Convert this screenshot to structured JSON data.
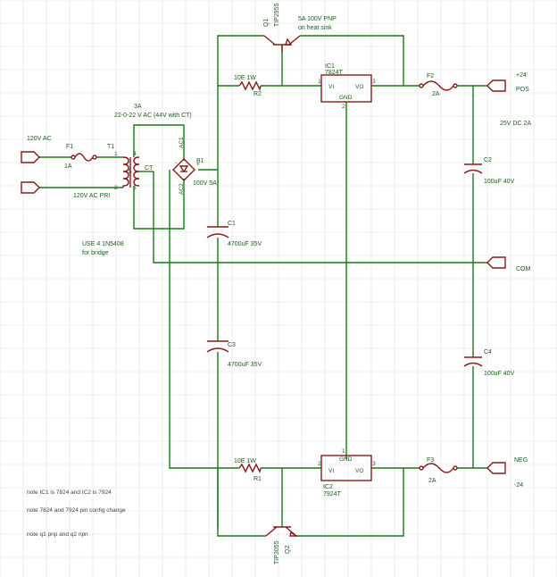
{
  "labels": {
    "q1_ref": "Q1",
    "q1_part": "TIP2955",
    "q1_note1": "5A 100V PNP",
    "q1_note2": "on heat sink",
    "ic1_ref": "IC1",
    "ic1_part": "7824T",
    "ic1_vi": "VI",
    "ic1_vo": "VO",
    "ic1_gnd": "GND",
    "r2_val": "10E 1W",
    "r2_ref": "R2",
    "f2_ref": "F2",
    "f2_val": "2A",
    "pos_v": "+24",
    "pos_name": "POS",
    "spec": "25V DC 2A",
    "xfmr_current": "3A",
    "xfmr_desc": "22-0-22 V AC (44V with CT)",
    "ac_in": "120V AC",
    "f1_ref": "F1",
    "f1_val": "1A",
    "t1_ref": "T1",
    "ct": "CT",
    "b1_ref": "B1",
    "b1_val": "100V 5A",
    "ac1": "AC1",
    "ac2": "AC2",
    "pri": "120V AC PRI",
    "c2_ref": "C2",
    "c2_val": "100uF 40V",
    "c1_ref": "C1",
    "c1_val": "4700uF 35V",
    "bridge_note1": "USE 4 1N5408",
    "bridge_note2": "for bridge",
    "com": "COM",
    "c3_ref": "C3",
    "c3_val": "4700uF 35V",
    "c4_ref": "C4",
    "c4_val": "100uF 40V",
    "ic2_ref": "IC2",
    "ic2_part": "7924T",
    "ic2_vi": "VI",
    "ic2_vo": "VO",
    "ic2_gnd": "GND",
    "r1_val": "10E 1W",
    "r1_ref": "R1",
    "f3_ref": "F3",
    "f3_val": "2A",
    "neg_name": "NEG",
    "neg_v": "-24",
    "note1": "note IC1 is 7824 and IC2 is 7924",
    "note2": "note 7824 and 7924 pin config change",
    "note3": "note q1 pnp and q2 npn",
    "q2_part": "TIP3055",
    "q2_ref": "Q2",
    "pin1": "1",
    "pin2": "2",
    "pin3": "3",
    "pin4": "4",
    "pin5": "5",
    "pin6": "6",
    "pin_plus": "+",
    "pin_minus": "-"
  },
  "colors": {
    "wire": "#167a16",
    "symbol": "#8b1a1a",
    "text": "#1a5f1a"
  }
}
